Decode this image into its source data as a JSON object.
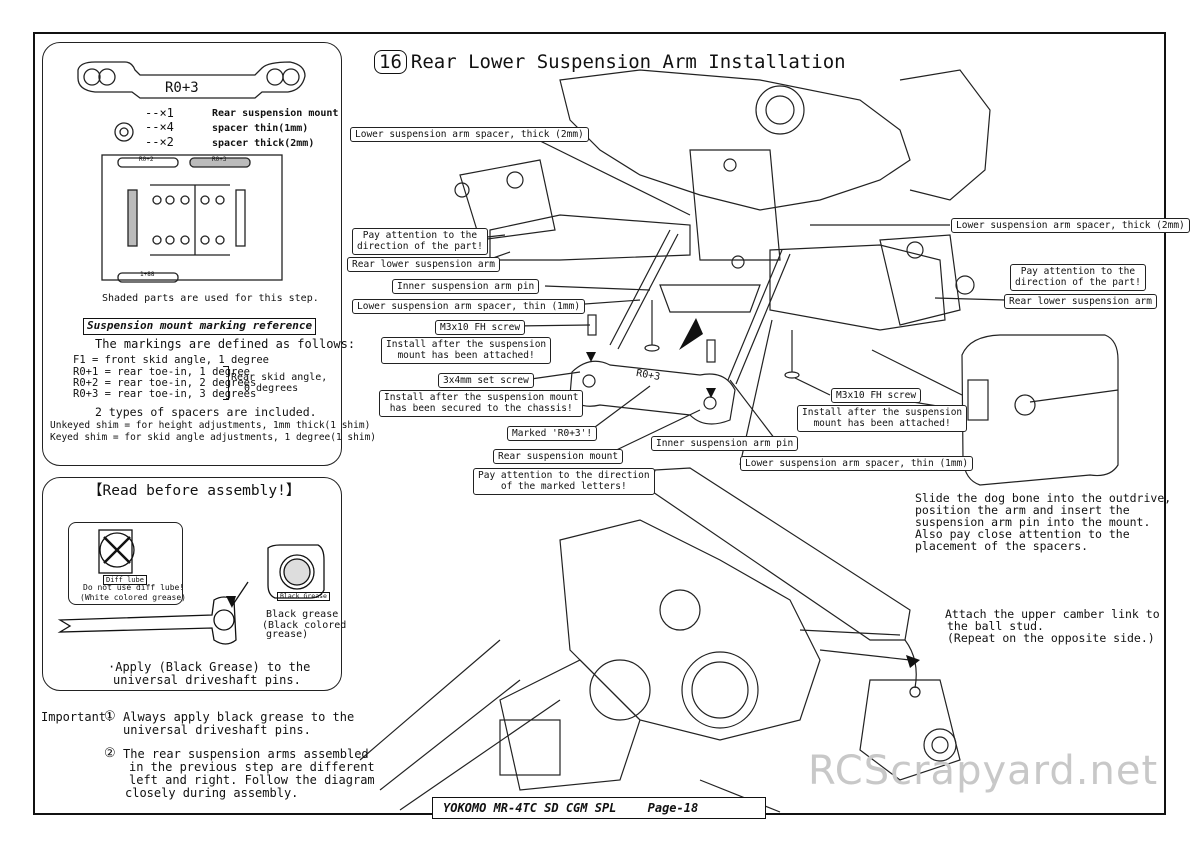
{
  "step": {
    "number": "16",
    "title": "Rear Lower Suspension Arm Installation"
  },
  "parts_box": {
    "part_label": "R0+3",
    "parts": [
      {
        "qty": "--×1",
        "name": "Rear suspension mount"
      },
      {
        "qty": "--×4",
        "name": "spacer thin(1mm)"
      },
      {
        "qty": "--×2",
        "name": "spacer thick(2mm)"
      }
    ],
    "sprue_labels": [
      "R0+2",
      "R0+3",
      "1+88"
    ],
    "caption": "Shaded parts are used for this step."
  },
  "marking_ref": {
    "heading": "Suspension mount marking reference",
    "intro": "The markings are defined as follows:",
    "lines": [
      "F1 = front skid angle, 1 degree",
      "R0+1 = rear toe-in, 1 degree",
      "R0+2 = rear toe-in, 2 degrees",
      "R0+3 = rear toe-in, 3 degrees"
    ],
    "bracket_note_1": "Rear skid angle,",
    "bracket_note_2": "0 degrees",
    "spacers_intro": "2 types of spacers are included.",
    "unkeyed": "Unkeyed shim = for height adjustments, 1mm thick(1 shim)",
    "keyed": "Keyed shim = for skid angle adjustments, 1 degree(1 shim)"
  },
  "read_before": {
    "heading": "【Read before assembly!】",
    "diff_lube_label": "Diff lube",
    "no_diff_lube": "Do not use diff lube!",
    "white_grease": "(White colored grease)",
    "black_grease_label": "Black Grease",
    "black_grease_1": "Black grease",
    "black_grease_2": "(Black colored",
    "black_grease_3": "grease)",
    "apply_1": "·Apply (Black Grease) to the",
    "apply_2": "universal driveshaft pins."
  },
  "important": {
    "label": "Important!",
    "n1": "①",
    "n2": "②",
    "l1": "Always apply black grease to the",
    "l2": "universal driveshaft pins.",
    "l3": "The rear suspension arms assembled",
    "l4": "in the previous step are different",
    "l5": "left and right.  Follow the diagram",
    "l6": "closely during assembly."
  },
  "callouts": {
    "spacer_thick_l": "Lower suspension arm spacer, thick (2mm)",
    "spacer_thick_r": "Lower suspension arm spacer, thick (2mm)",
    "attention_l_1": "Pay attention to the",
    "attention_l_2": "direction of the part!",
    "attention_r_1": "Pay attention to the",
    "attention_r_2": "direction of the part!",
    "arm_l": "Rear lower suspension arm",
    "arm_r": "Rear lower suspension arm",
    "inner_pin_l": "Inner suspension arm pin",
    "spacer_thin_l": "Lower suspension arm spacer, thin (1mm)",
    "m3x10_l": "M3x10 FH screw",
    "install_after_l_1": "Install after the suspension",
    "install_after_l_2": "mount has been attached!",
    "set_screw": "3x4mm set screw",
    "install_secured_1": "Install after the suspension mount",
    "install_secured_2": "has been secured to the chassis!",
    "marked": "Marked 'R0+3'!",
    "mount": "Rear suspension mount",
    "attention_letters_1": "Pay attention to the direction",
    "attention_letters_2": "of the marked letters!",
    "m3x10_r": "M3x10 FH screw",
    "install_after_r_1": "Install after the suspension",
    "install_after_r_2": "mount has been attached!",
    "inner_pin_r": "Inner suspension arm pin",
    "spacer_thin_r": "Lower suspension arm spacer, thin (1mm)",
    "mount_marking": "R0+3"
  },
  "notes": {
    "slide_1": "Slide the dog bone into the outdrive,",
    "slide_2": "position the arm and insert the",
    "slide_3": "suspension arm pin into the mount.",
    "slide_4": "Also pay close attention to the",
    "slide_5": "placement of the spacers.",
    "camber_1": "Attach the upper camber link to",
    "camber_2": "the ball stud.",
    "camber_3": "(Repeat on the opposite side.)"
  },
  "footer": {
    "model": "YOKOMO MR-4TC SD CGM SPL",
    "page": "Page-18"
  },
  "watermark": "RCScrapyard.net"
}
